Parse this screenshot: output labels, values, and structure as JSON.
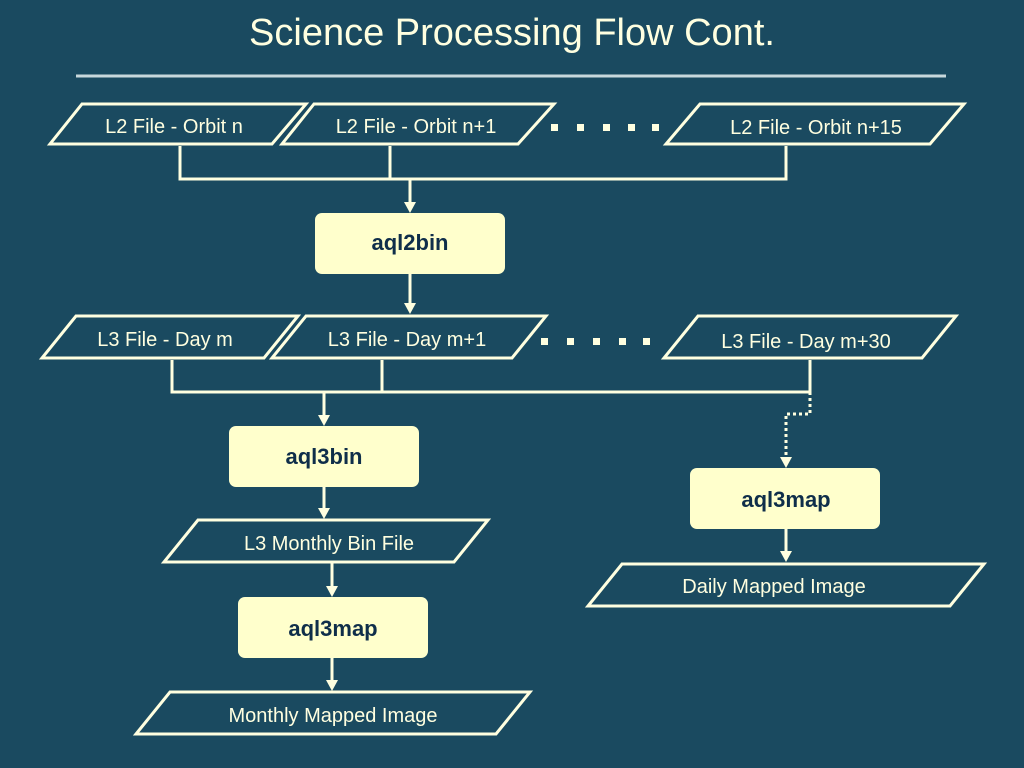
{
  "title": "Science Processing Flow Cont.",
  "l2_files": [
    "L2 File - Orbit n",
    "L2 File - Orbit n+1",
    "L2 File - Orbit n+15"
  ],
  "l3_files": [
    "L3 File - Day m",
    "L3 File - Day m+1",
    "L3 File - Day m+30"
  ],
  "processes": {
    "l2bin": "aql2bin",
    "l3bin": "aql3bin",
    "l3map_daily": "aql3map",
    "l3map_monthly": "aql3map"
  },
  "outputs": {
    "monthly_bin": "L3 Monthly Bin File",
    "daily_mapped": "Daily Mapped Image",
    "monthly_mapped": "Monthly Mapped Image"
  },
  "colors": {
    "background": "#1a4a60",
    "line": "#ffffe0",
    "process_fill": "#ffffcc",
    "process_text": "#0f2e4a"
  }
}
